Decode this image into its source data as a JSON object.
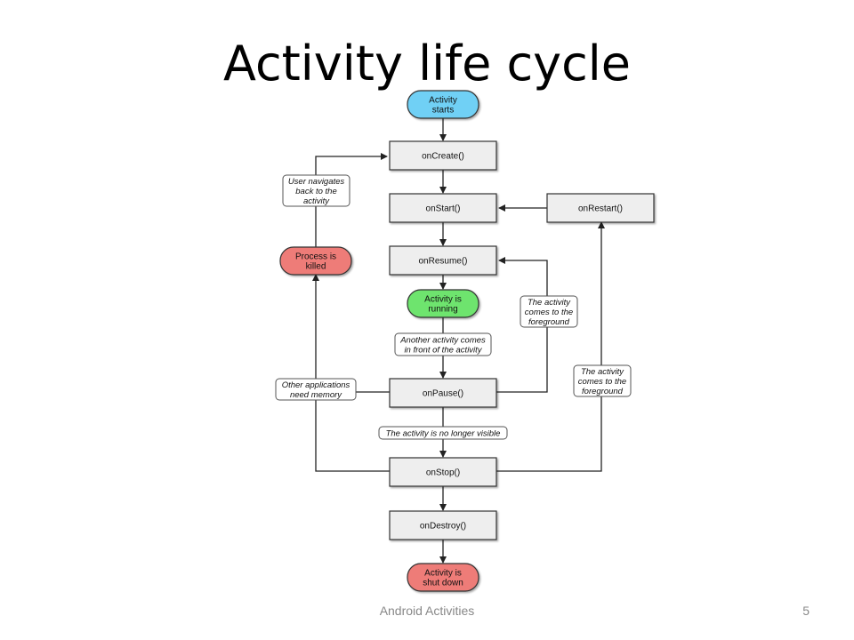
{
  "slide": {
    "title": "Activity life cycle",
    "footer": "Android Activities",
    "page_number": "5"
  },
  "diagram": {
    "states": {
      "start": [
        "Activity",
        "starts"
      ],
      "running": [
        "Activity is",
        "running"
      ],
      "killed": [
        "Process is",
        "killed"
      ],
      "shutdown": [
        "Activity is",
        "shut down"
      ]
    },
    "callbacks": {
      "oncreate": "onCreate()",
      "onstart": "onStart()",
      "onrestart": "onRestart()",
      "onresume": "onResume()",
      "onpause": "onPause()",
      "onstop": "onStop()",
      "ondestroy": "onDestroy()"
    },
    "notes": {
      "user_navigates": [
        "User navigates",
        "back to the",
        "activity"
      ],
      "another_activity": [
        "Another activity comes",
        "in front of the activity"
      ],
      "foreground_1": [
        "The activity",
        "comes to the",
        "foreground"
      ],
      "foreground_2": [
        "The activity",
        "comes to the",
        "foreground"
      ],
      "other_apps": [
        "Other applications",
        "need memory"
      ],
      "no_longer_visible": [
        "The activity is no longer visible"
      ]
    },
    "colors": {
      "start_fill": "#6fd0f5",
      "running_fill": "#6ee46e",
      "killed_fill": "#ee7c78",
      "shutdown_fill": "#ee7c78",
      "callback_fill": "#eeeeee",
      "note_fill": "#ffffff"
    }
  }
}
